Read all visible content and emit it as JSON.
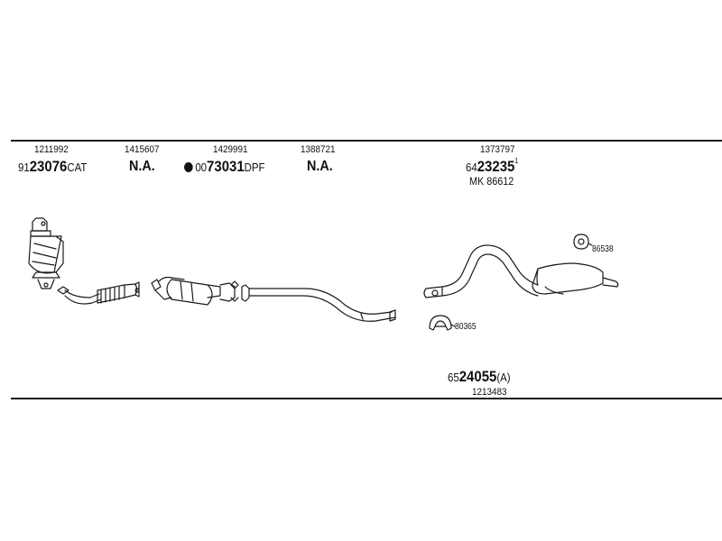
{
  "columns": [
    {
      "oe": "1211992",
      "prefix": "91",
      "main": "23076",
      "suffix": "CAT",
      "na": ""
    },
    {
      "oe": "1415607",
      "na": "N.A."
    },
    {
      "oe": "1429991",
      "prefix": "00",
      "main": "73031",
      "suffix": "DPF",
      "na": ""
    },
    {
      "oe": "1388721",
      "na": "N.A."
    },
    {
      "oe": "1373797",
      "prefix": "64",
      "main": "23235",
      "suffix": "1",
      "mk": "MK  86612"
    }
  ],
  "rear": {
    "prefix": "65",
    "main": "24055",
    "suffix": "(A)",
    "oe": "1213483"
  },
  "annotations": {
    "gasket": "80365",
    "rubber_mount": "86538"
  }
}
